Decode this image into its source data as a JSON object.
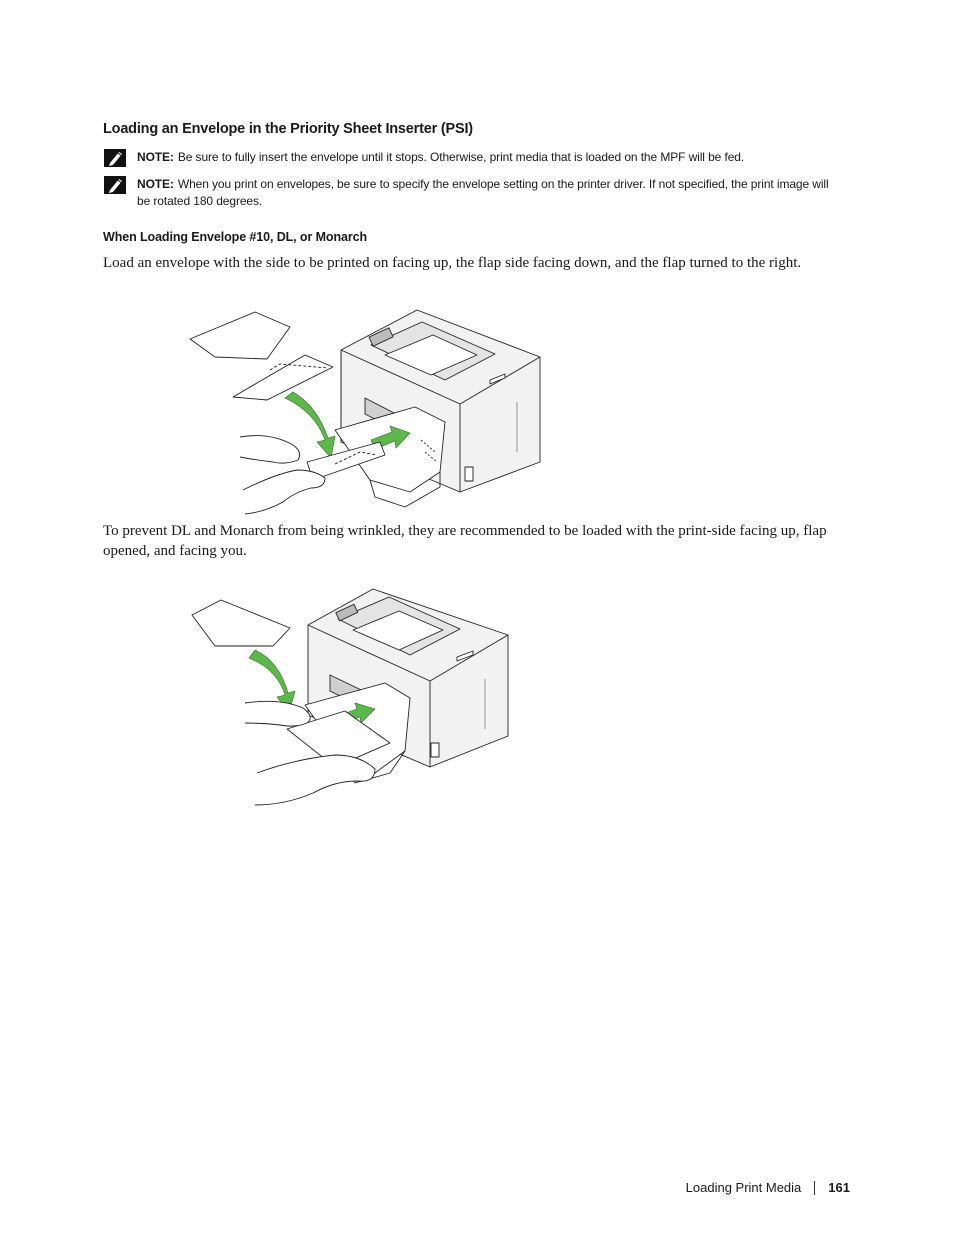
{
  "section_title": "Loading an Envelope in the Priority Sheet Inserter (PSI)",
  "notes": [
    {
      "label": "NOTE:",
      "text": "Be sure to fully insert the envelope until it stops. Otherwise, print media that is loaded on the MPF will be fed."
    },
    {
      "label": "NOTE:",
      "text": "When you print on envelopes, be sure to specify the envelope setting on the printer driver. If not specified, the print image will be rotated 180 degrees."
    }
  ],
  "subheading": "When Loading Envelope #10, DL, or Monarch",
  "paragraphs": [
    "Load an envelope with the side to be printed on facing up, the flap side facing down, and the flap turned to the right.",
    "To prevent DL and Monarch from being wrinkled, they are recommended to be loaded with the print-side facing up, flap opened, and facing you."
  ],
  "colors": {
    "arrow_green": "#5cb84a",
    "printer_gray": "#d9d9d9"
  },
  "footer": {
    "section": "Loading Print Media",
    "page_number": "161"
  }
}
